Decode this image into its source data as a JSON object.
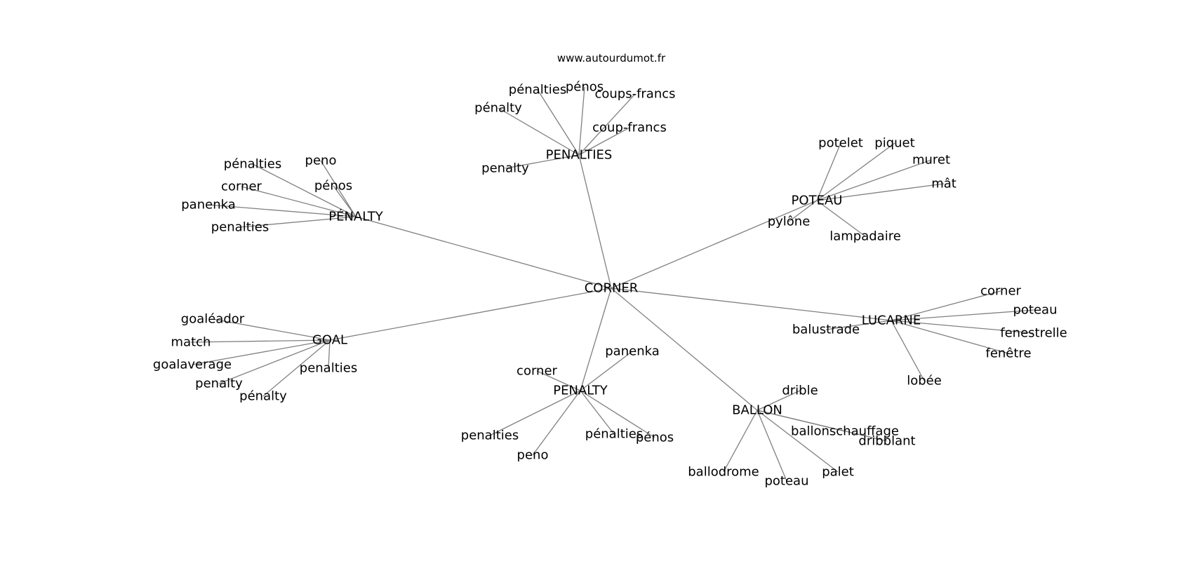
{
  "site_credit": "www.autourdumot.fr",
  "colors": {
    "edge": "#808080",
    "text": "#000000",
    "background": "#ffffff"
  },
  "graph": {
    "center": {
      "id": "corner_center",
      "label": "CORNER"
    },
    "hubs": [
      {
        "id": "penalties_hub",
        "label": "PENALTIES",
        "leaves": [
          "pénalties",
          "pénos",
          "coups-francs",
          "pénalty",
          "coup-francs",
          "penalty"
        ]
      },
      {
        "id": "penalty_accent_hub",
        "label": "PÉNALTY",
        "leaves": [
          "pénalties",
          "peno",
          "pénos",
          "corner",
          "panenka",
          "penalties"
        ]
      },
      {
        "id": "poteau_hub",
        "label": "POTEAU",
        "leaves": [
          "potelet",
          "piquet",
          "muret",
          "mât",
          "pylône",
          "lampadaire"
        ]
      },
      {
        "id": "lucarne_hub",
        "label": "LUCARNE",
        "leaves": [
          "corner",
          "poteau",
          "fenestrelle",
          "fenêtre",
          "balustrade",
          "lobée"
        ]
      },
      {
        "id": "goal_hub",
        "label": "GOAL",
        "leaves": [
          "goaléador",
          "match",
          "goalaverage",
          "penalty",
          "pénalty",
          "penalties"
        ]
      },
      {
        "id": "penalty_hub",
        "label": "PENALTY",
        "leaves": [
          "panenka",
          "corner",
          "penalties",
          "peno",
          "pénalties",
          "pénos"
        ]
      },
      {
        "id": "ballon_hub",
        "label": "BALLON",
        "leaves": [
          "drible",
          "ballonschauffage",
          "dribblant",
          "ballodrome",
          "poteau",
          "palet"
        ]
      }
    ]
  }
}
